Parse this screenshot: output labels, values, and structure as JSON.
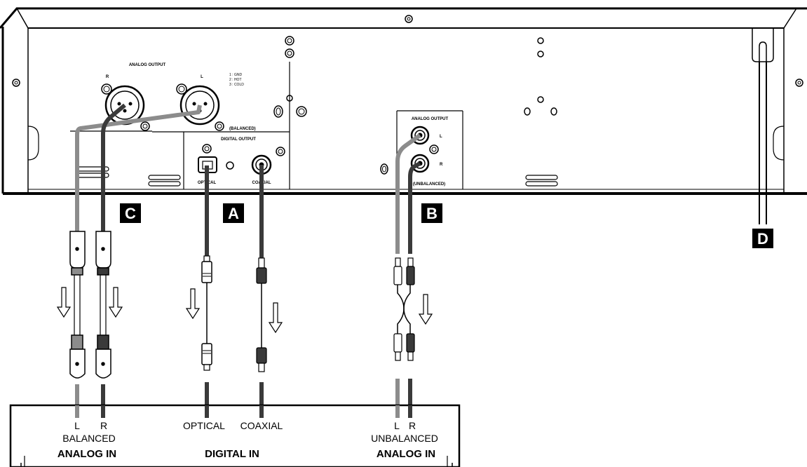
{
  "panel": {
    "analog_output_balanced": {
      "title": "ANALOG OUTPUT",
      "right_label": "R",
      "left_label": "L",
      "pin_1": "1 : GND",
      "pin_2": "2 : HOT",
      "pin_3": "3 : COLD",
      "mode": "(BALANCED)"
    },
    "digital_output": {
      "title": "DIGITAL OUTPUT",
      "optical": "OPTICAL",
      "coaxial": "COAXIAL"
    },
    "analog_output_unbalanced": {
      "title": "ANALOG OUTPUT",
      "left_label": "L",
      "right_label": "R",
      "mode": "(UNBALANCED)"
    }
  },
  "badges": {
    "a": "A",
    "b": "B",
    "c": "C",
    "d": "D"
  },
  "receiver": {
    "balanced_l": "L",
    "balanced_r": "R",
    "balanced": "BALANCED",
    "analog_in_left": "ANALOG IN",
    "optical": "OPTICAL",
    "coaxial": "COAXIAL",
    "digital_in": "DIGITAL IN",
    "unbalanced_l": "L",
    "unbalanced_r": "R",
    "unbalanced": "UNBALANCED",
    "analog_in_right": "ANALOG IN"
  },
  "colors": {
    "cable_light": "#8c8c8c",
    "cable_dark": "#3a3a3a",
    "badge": "#000000"
  }
}
